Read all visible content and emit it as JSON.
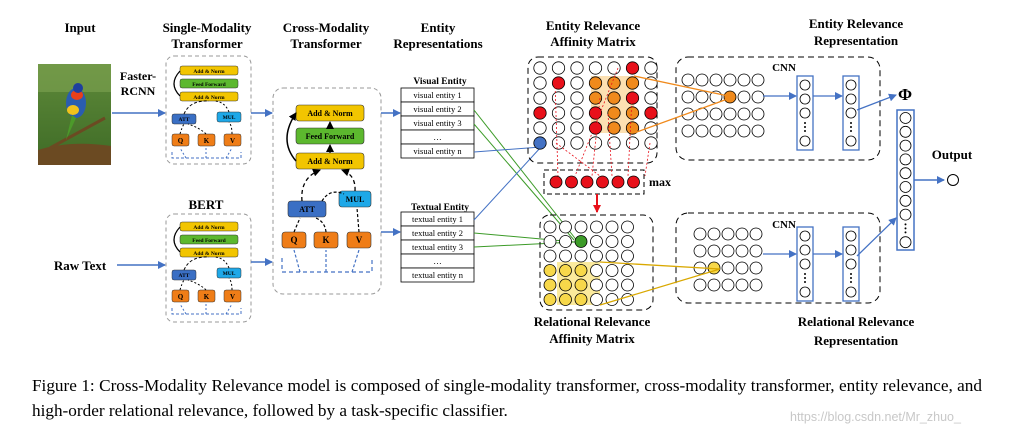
{
  "headers": {
    "input": "Input",
    "single_modality": [
      "Single-Modality",
      "Transformer"
    ],
    "cross_modality": [
      "Cross-Modality",
      "Transformer"
    ],
    "entity_repr": [
      "Entity",
      "Representations"
    ],
    "entity_affinity": [
      "Entity Relevance",
      "Affinity Matrix"
    ],
    "entity_rel_repr": [
      "Entity Relevance",
      "Representation"
    ],
    "relational_affinity": [
      "Relational Relevance",
      "Affinity Matrix"
    ],
    "relational_repr": [
      "Relational Relevance",
      "Representation"
    ],
    "output": "Output",
    "phi": "Φ"
  },
  "labels": {
    "faster_rcnn": [
      "Faster-",
      "RCNN"
    ],
    "bert": "BERT",
    "raw_text": "Raw Text",
    "cnn": "CNN",
    "max": "max",
    "visual_entity": "Visual Entity",
    "textual_entity": "Textual Entity"
  },
  "blocks": {
    "add_norm": "Add & Norm",
    "feed_forward": "Feed Forward",
    "att": "ATT",
    "mul": "MUL",
    "q": "Q",
    "k": "K",
    "v": "V"
  },
  "visual_entities": [
    "visual entity 1",
    "visual entity 2",
    "visual entity 3",
    "…",
    "visual entity n"
  ],
  "textual_entities": [
    "textual entity 1",
    "textual entity 2",
    "textual entity 3",
    "…",
    "textual entity n"
  ],
  "caption": "Figure 1: Cross-Modality Relevance model is composed of single-modality transformer, cross-modality transformer, entity relevance, and high-order relational relevance, followed by a task-specific classifier.",
  "watermark": "https://blog.csdn.net/Mr_zhuo_",
  "colors": {
    "add_norm": "#f2c500",
    "feed_forward": "#5cb82e",
    "att": "#3a6fc4",
    "mul": "#1ea8e8",
    "qkv": "#ef7d17",
    "arrow_blue": "#4472c4",
    "red": "#e8101a",
    "orange": "#f08a1c",
    "yellow": "#f7d84a",
    "green": "#3c9b28"
  }
}
